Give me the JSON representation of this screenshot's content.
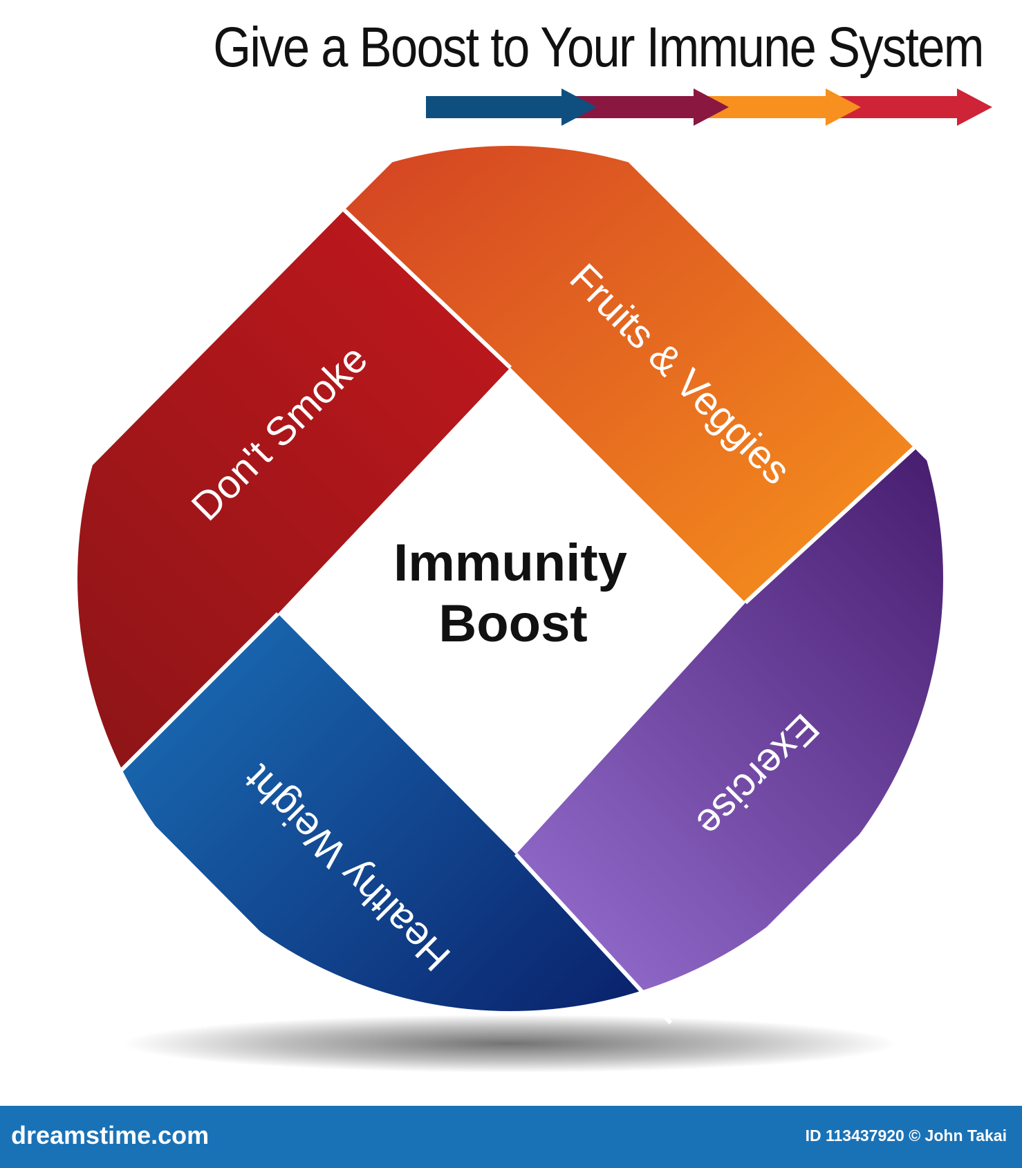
{
  "title": "Give a Boost to Your Immune System",
  "arrow_colors": [
    "#0f4f7f",
    "#8a1740",
    "#f7901e",
    "#cf2338"
  ],
  "center": {
    "line1": "Immunity",
    "line2": "Boost"
  },
  "segments": [
    {
      "label": "Fruits & Veggies",
      "color_start": "#cf3a24",
      "color_end": "#fb9a1c"
    },
    {
      "label": "Exercise",
      "color_start": "#9a74d6",
      "color_end": "#3b1060"
    },
    {
      "label": "Healthy Weight",
      "color_start": "#1b72ba",
      "color_end": "#06105a"
    },
    {
      "label": "Don't Smoke",
      "color_start": "#c2181d",
      "color_end": "#851416"
    }
  ],
  "footer": {
    "brand": "dreamstime.com",
    "credit": "ID 113437920 © John Takai"
  }
}
